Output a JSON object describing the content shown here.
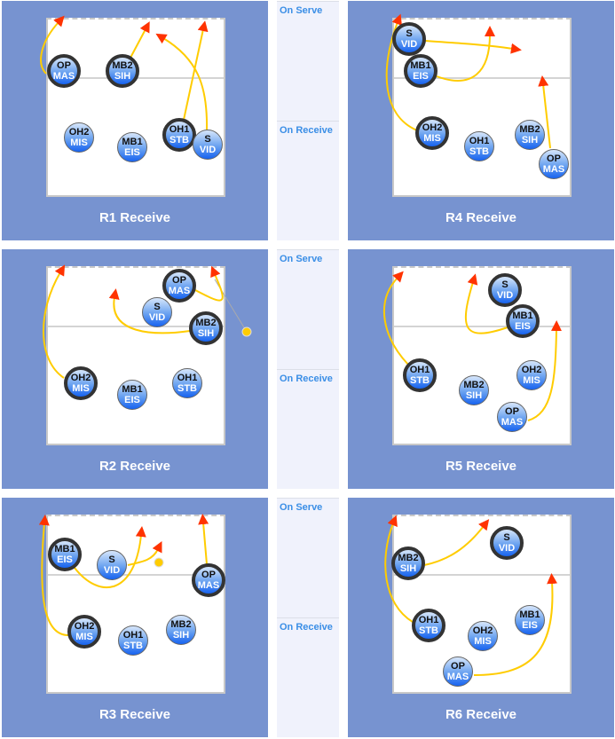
{
  "sidebar": {
    "on_serve": "On Serve",
    "on_receive": "On Receive"
  },
  "colors": {
    "panel": "#7793d0",
    "route": "#ffcc00",
    "arrow": "#ff3300"
  },
  "panels": [
    {
      "title": "R1 Receive",
      "players": [
        {
          "role": "OP",
          "name": "MAS",
          "highlighted": true
        },
        {
          "role": "MB2",
          "name": "SIH",
          "highlighted": true
        },
        {
          "role": "OH2",
          "name": "MIS",
          "highlighted": false
        },
        {
          "role": "MB1",
          "name": "EIS",
          "highlighted": false
        },
        {
          "role": "OH1",
          "name": "STB",
          "highlighted": true
        },
        {
          "role": "S",
          "name": "VID",
          "highlighted": false
        }
      ]
    },
    {
      "title": "R4 Receive",
      "players": [
        {
          "role": "S",
          "name": "VID",
          "highlighted": true
        },
        {
          "role": "MB1",
          "name": "EIS",
          "highlighted": true
        },
        {
          "role": "OH2",
          "name": "MIS",
          "highlighted": true
        },
        {
          "role": "OH1",
          "name": "STB",
          "highlighted": false
        },
        {
          "role": "MB2",
          "name": "SIH",
          "highlighted": false
        },
        {
          "role": "OP",
          "name": "MAS",
          "highlighted": false
        }
      ]
    },
    {
      "title": "R2 Receive",
      "players": [
        {
          "role": "OP",
          "name": "MAS",
          "highlighted": true
        },
        {
          "role": "S",
          "name": "VID",
          "highlighted": false
        },
        {
          "role": "MB2",
          "name": "SIH",
          "highlighted": true
        },
        {
          "role": "OH2",
          "name": "MIS",
          "highlighted": true
        },
        {
          "role": "MB1",
          "name": "EIS",
          "highlighted": false
        },
        {
          "role": "OH1",
          "name": "STB",
          "highlighted": false
        }
      ]
    },
    {
      "title": "R5 Receive",
      "players": [
        {
          "role": "S",
          "name": "VID",
          "highlighted": true
        },
        {
          "role": "MB1",
          "name": "EIS",
          "highlighted": true
        },
        {
          "role": "OH1",
          "name": "STB",
          "highlighted": true
        },
        {
          "role": "MB2",
          "name": "SIH",
          "highlighted": false
        },
        {
          "role": "OH2",
          "name": "MIS",
          "highlighted": false
        },
        {
          "role": "OP",
          "name": "MAS",
          "highlighted": false
        }
      ]
    },
    {
      "title": "R3 Receive",
      "players": [
        {
          "role": "MB1",
          "name": "EIS",
          "highlighted": true
        },
        {
          "role": "S",
          "name": "VID",
          "highlighted": false
        },
        {
          "role": "OP",
          "name": "MAS",
          "highlighted": true
        },
        {
          "role": "OH2",
          "name": "MIS",
          "highlighted": true
        },
        {
          "role": "OH1",
          "name": "STB",
          "highlighted": false
        },
        {
          "role": "MB2",
          "name": "SIH",
          "highlighted": false
        }
      ]
    },
    {
      "title": "R6 Receive",
      "players": [
        {
          "role": "S",
          "name": "VID",
          "highlighted": true
        },
        {
          "role": "MB2",
          "name": "SIH",
          "highlighted": true
        },
        {
          "role": "OH1",
          "name": "STB",
          "highlighted": true
        },
        {
          "role": "OH2",
          "name": "MIS",
          "highlighted": false
        },
        {
          "role": "MB1",
          "name": "EIS",
          "highlighted": false
        },
        {
          "role": "OP",
          "name": "MAS",
          "highlighted": false
        }
      ]
    }
  ]
}
